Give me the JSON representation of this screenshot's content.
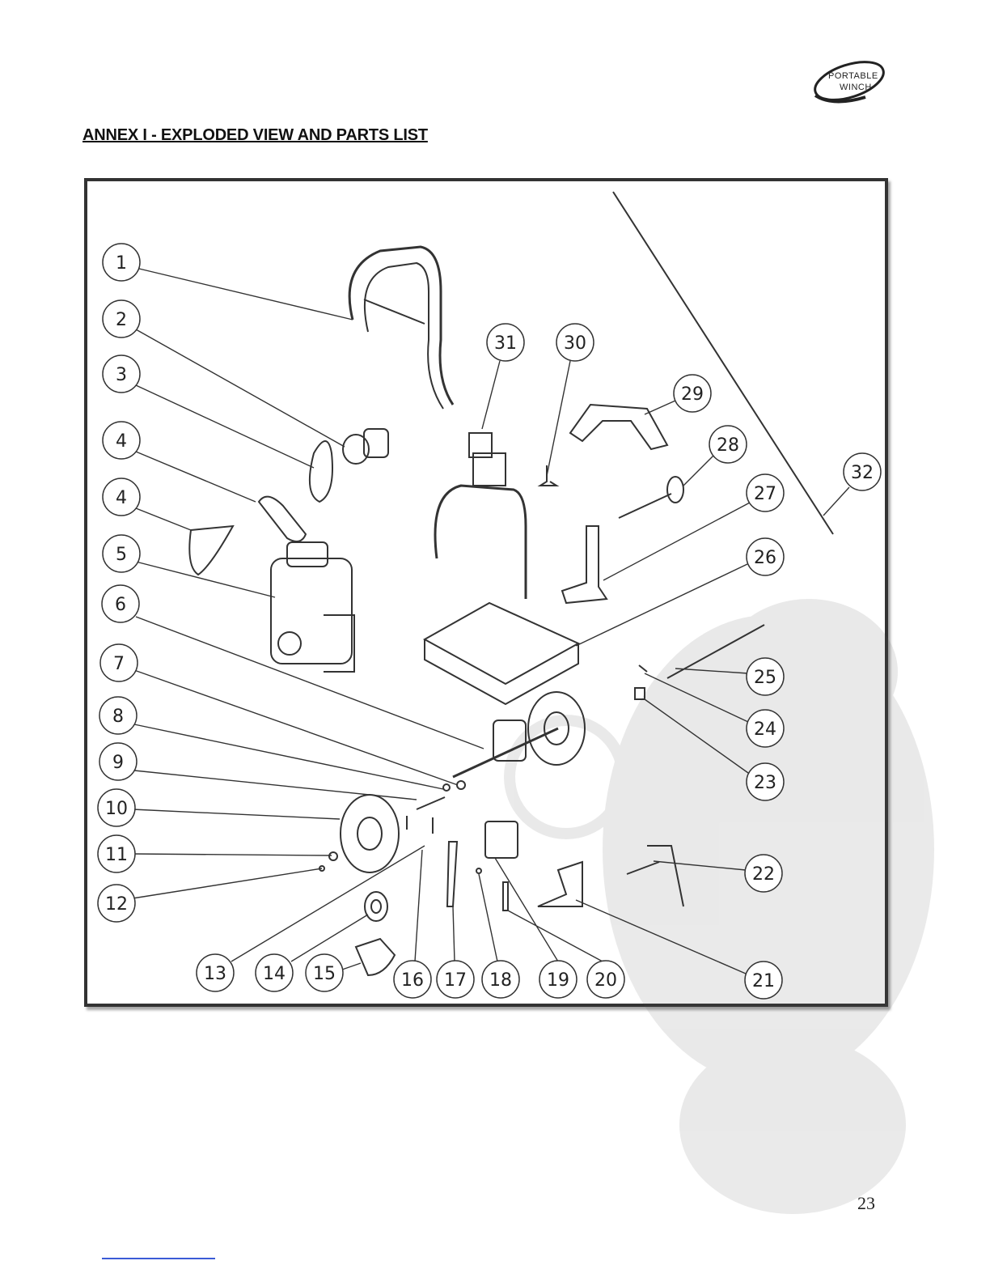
{
  "logo": {
    "line1": "Portable",
    "line2": "Winch"
  },
  "title": "ANNEX I - EXPLODED VIEW AND PARTS LIST",
  "callouts": [
    "1",
    "2",
    "3",
    "4",
    "4",
    "5",
    "6",
    "7",
    "8",
    "9",
    "10",
    "11",
    "12",
    "13",
    "14",
    "15",
    "16",
    "17",
    "18",
    "19",
    "20",
    "21",
    "22",
    "23",
    "24",
    "25",
    "26",
    "27",
    "28",
    "29",
    "30",
    "31",
    "32"
  ],
  "page_number": "23"
}
